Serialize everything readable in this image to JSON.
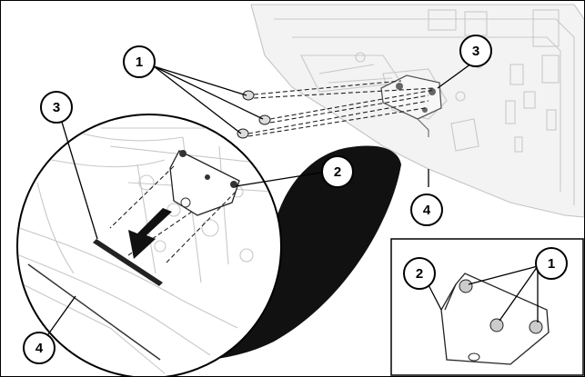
{
  "callouts": {
    "screw_main": "1",
    "bracket_main": "3",
    "bracket_zoom": "3",
    "plate_zoom": "2",
    "panel_main": "4",
    "panel_zoom": "4",
    "inset_plate": "2",
    "inset_screws": "1"
  }
}
